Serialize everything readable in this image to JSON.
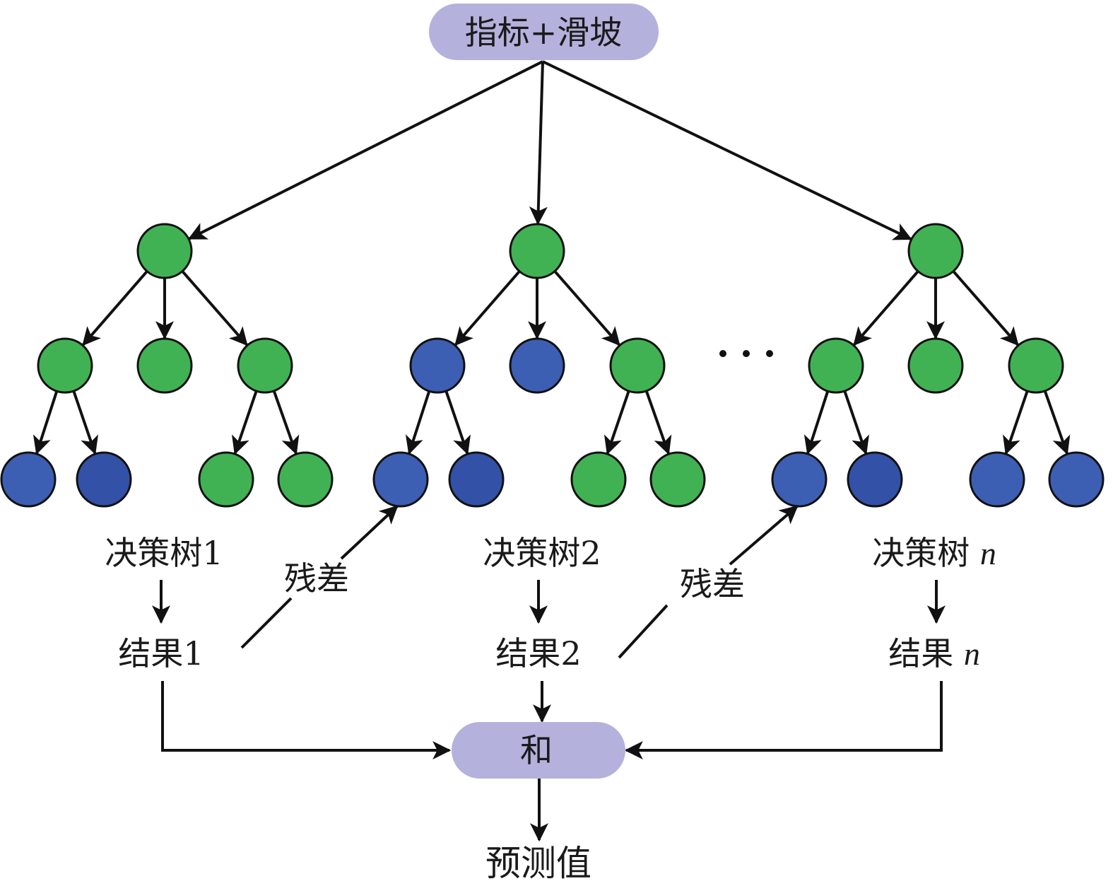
{
  "colors": {
    "pill": "#b4b1dd",
    "green": "#41b253",
    "blue": "#3c5fb4",
    "dark_blue": "#3251a7",
    "stroke": "#111111"
  },
  "input_label": "指标+滑坡",
  "sum_label": "和",
  "output_label": "预测值",
  "ellipsis": "· · ·",
  "trees": [
    {
      "name_prefix": "决策树",
      "index": "1",
      "index_italic": false,
      "result_prefix": "结果",
      "nodes": {
        "root": "green",
        "level2": [
          "green",
          "green",
          "green"
        ],
        "level3": [
          "blue",
          "dark_blue",
          "green",
          "green"
        ]
      }
    },
    {
      "name_prefix": "决策树",
      "index": "2",
      "index_italic": false,
      "result_prefix": "结果",
      "nodes": {
        "root": "green",
        "level2": [
          "blue",
          "blue",
          "green"
        ],
        "level3": [
          "blue",
          "dark_blue",
          "green",
          "green"
        ]
      }
    },
    {
      "name_prefix": "决策树 ",
      "index": "n",
      "index_italic": true,
      "result_prefix": "结果 ",
      "nodes": {
        "root": "green",
        "level2": [
          "green",
          "green",
          "green"
        ],
        "level3": [
          "blue",
          "dark_blue",
          "blue",
          "blue"
        ]
      }
    }
  ],
  "residual_label": "残差"
}
